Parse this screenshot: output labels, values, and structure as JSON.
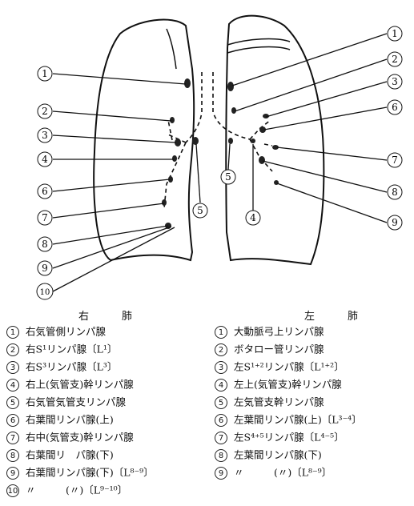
{
  "diagram": {
    "right_callouts": [
      "1",
      "2",
      "3",
      "4",
      "6",
      "7",
      "8",
      "9",
      "10"
    ],
    "left_callouts": [
      "1",
      "2",
      "3",
      "6",
      "7",
      "8",
      "9"
    ],
    "center_right_callout": "5",
    "center_left_callout": "4"
  },
  "legend": {
    "right_header": "右　肺",
    "left_header": "左　肺",
    "right_items": [
      {
        "num": "1",
        "text": "右気管側リンパ腺"
      },
      {
        "num": "2",
        "text": "右S¹リンパ腺〔L¹〕"
      },
      {
        "num": "3",
        "text": "右S³リンパ腺〔L³〕"
      },
      {
        "num": "4",
        "text": "右上(気管支)幹リンパ腺"
      },
      {
        "num": "5",
        "text": "右気管気管支リンパ腺"
      },
      {
        "num": "6",
        "text": "右葉間リンパ腺(上)"
      },
      {
        "num": "7",
        "text": "右中(気管支)幹リンパ腺"
      },
      {
        "num": "8",
        "text": "右葉間リ　パ腺(下)"
      },
      {
        "num": "9",
        "text": "右葉間リンパ腺(下)〔L⁸⁻⁹〕"
      },
      {
        "num": "10",
        "text": "〃　　　(〃)〔L⁹⁻¹⁰〕"
      }
    ],
    "left_items": [
      {
        "num": "1",
        "text": "大動脈弓上リンパ腺"
      },
      {
        "num": "2",
        "text": "ボタロー管リンパ腺"
      },
      {
        "num": "3",
        "text": "左S¹⁺²リンパ腺〔L¹⁺²〕"
      },
      {
        "num": "4",
        "text": "左上(気管支)幹リンパ腺"
      },
      {
        "num": "5",
        "text": "左気管支幹リンパ腺"
      },
      {
        "num": "6",
        "text": "左葉間リンパ腺(上)〔L³⁻⁴〕"
      },
      {
        "num": "7",
        "text": "左S⁴⁺⁵リンパ腺〔L⁴⁻⁵〕"
      },
      {
        "num": "8",
        "text": "左葉間リンパ腺(下)"
      },
      {
        "num": "9",
        "text": "〃　　　(〃)〔L⁸⁻⁹〕"
      }
    ]
  }
}
